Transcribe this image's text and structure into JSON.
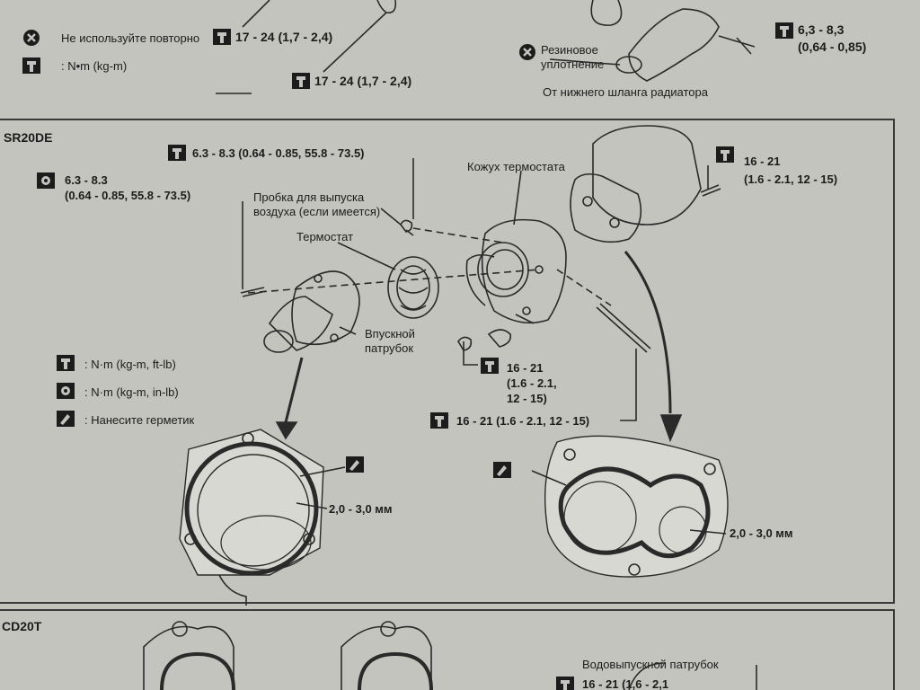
{
  "top_section": {
    "no_reuse_label": "Не используйте повторно",
    "torque_unit_label": ": N•m (kg-m)",
    "torque_1": "17 - 24 (1,7 - 2,4)",
    "torque_2": "17 - 24 (1,7 - 2,4)",
    "rubber_seal_line1": "Резиновое",
    "rubber_seal_line2": "уплотнение",
    "from_hose_label": "От нижнего шланга радиатора",
    "torque_3_line1": "6,3 - 8,3",
    "torque_3_line2": "(0,64 - 0,85)"
  },
  "sr20de": {
    "section_title": "SR20DE",
    "torque_top": "6.3 - 8.3 (0.64 - 0.85, 55.8 - 73.5)",
    "torque_left_line1": "6.3 - 8.3",
    "torque_left_line2": "(0.64 - 0.85, 55.8 - 73.5)",
    "air_plug_line1": "Пробка для выпуска",
    "air_plug_line2": "воздуха (если имеется)",
    "thermostat_label": "Термостат",
    "housing_label": "Кожух термостата",
    "torque_right_line1": "16 - 21",
    "torque_right_line2": "(1.6 - 2.1, 12 - 15)",
    "inlet_line1": "Впускной",
    "inlet_line2": "патрубок",
    "torque_mid_line1": "16 - 21",
    "torque_mid_line2": "(1.6 - 2.1,",
    "torque_mid_line3": "12 - 15)",
    "torque_bottom": "16 - 21 (1.6 - 2.1, 12 - 15)",
    "legend": {
      "ftlb": ": N·m (kg-m, ft-lb)",
      "inlb": ": N·m (kg-m, in-lb)",
      "sealant": ": Нанесите герметик"
    },
    "bead_left": "2,0 - 3,0 мм",
    "bead_right": "2,0 - 3,0 мм"
  },
  "cd20t": {
    "section_title": "CD20T",
    "water_outlet_label": "Водовыпускной патрубок",
    "torque_partial": "16 - 21 (1,6 - 2,1"
  },
  "colors": {
    "paper": "#c4c4be",
    "ink": "#1c1c1c",
    "line": "#3a3a3a"
  }
}
